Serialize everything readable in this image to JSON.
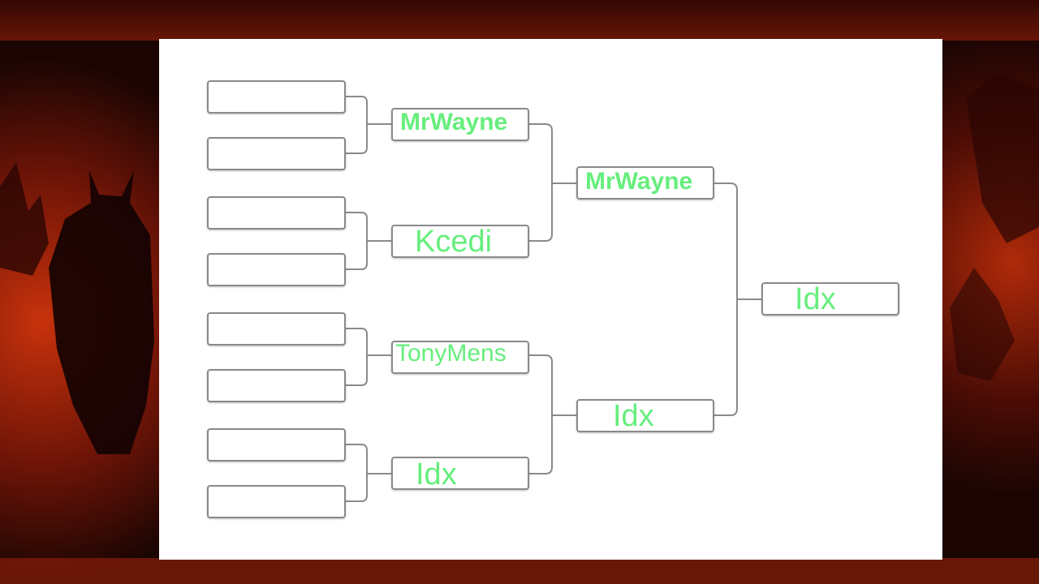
{
  "background": {
    "scene": "dark red volcanic landscape with horned demon silhouette",
    "colors": {
      "deep": "#1a0503",
      "mid": "#5a0f06",
      "glow": "#c8320c"
    }
  },
  "bracket": {
    "accent_color": "#66ee7c",
    "line_color": "#8a8a8a",
    "round1": [
      "",
      "",
      "",
      "",
      "",
      "",
      "",
      ""
    ],
    "quarterfinals": [
      "MrWayne",
      "Kcedi",
      "TonyMens",
      "Idx"
    ],
    "semifinals": [
      "MrWayne",
      "Idx"
    ],
    "final": [
      "Idx"
    ]
  }
}
